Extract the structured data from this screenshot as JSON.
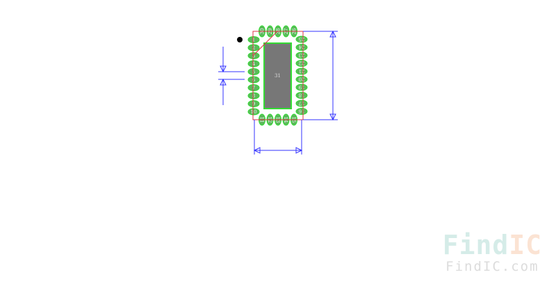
{
  "footprint": {
    "left_pins": [
      "1",
      "2",
      "3",
      "4",
      "5",
      "6",
      "7",
      "8",
      "9",
      "10"
    ],
    "bottom_pins": [
      "11",
      "12",
      "13",
      "14",
      "15"
    ],
    "right_pins": [
      "16",
      "17",
      "18",
      "19",
      "20",
      "21",
      "22",
      "23",
      "24",
      "25"
    ],
    "top_pins": [
      "26",
      "27",
      "28",
      "29",
      "30"
    ],
    "center_pad": "31",
    "colors": {
      "pad": "#5cb85c",
      "pad_border": "#33dd33",
      "outline": "#dd3344",
      "dimension": "#3333ff",
      "center": "#777777"
    }
  },
  "watermark": {
    "brand_a": "Find",
    "brand_b": "IC",
    "url": "FindIC.com"
  }
}
